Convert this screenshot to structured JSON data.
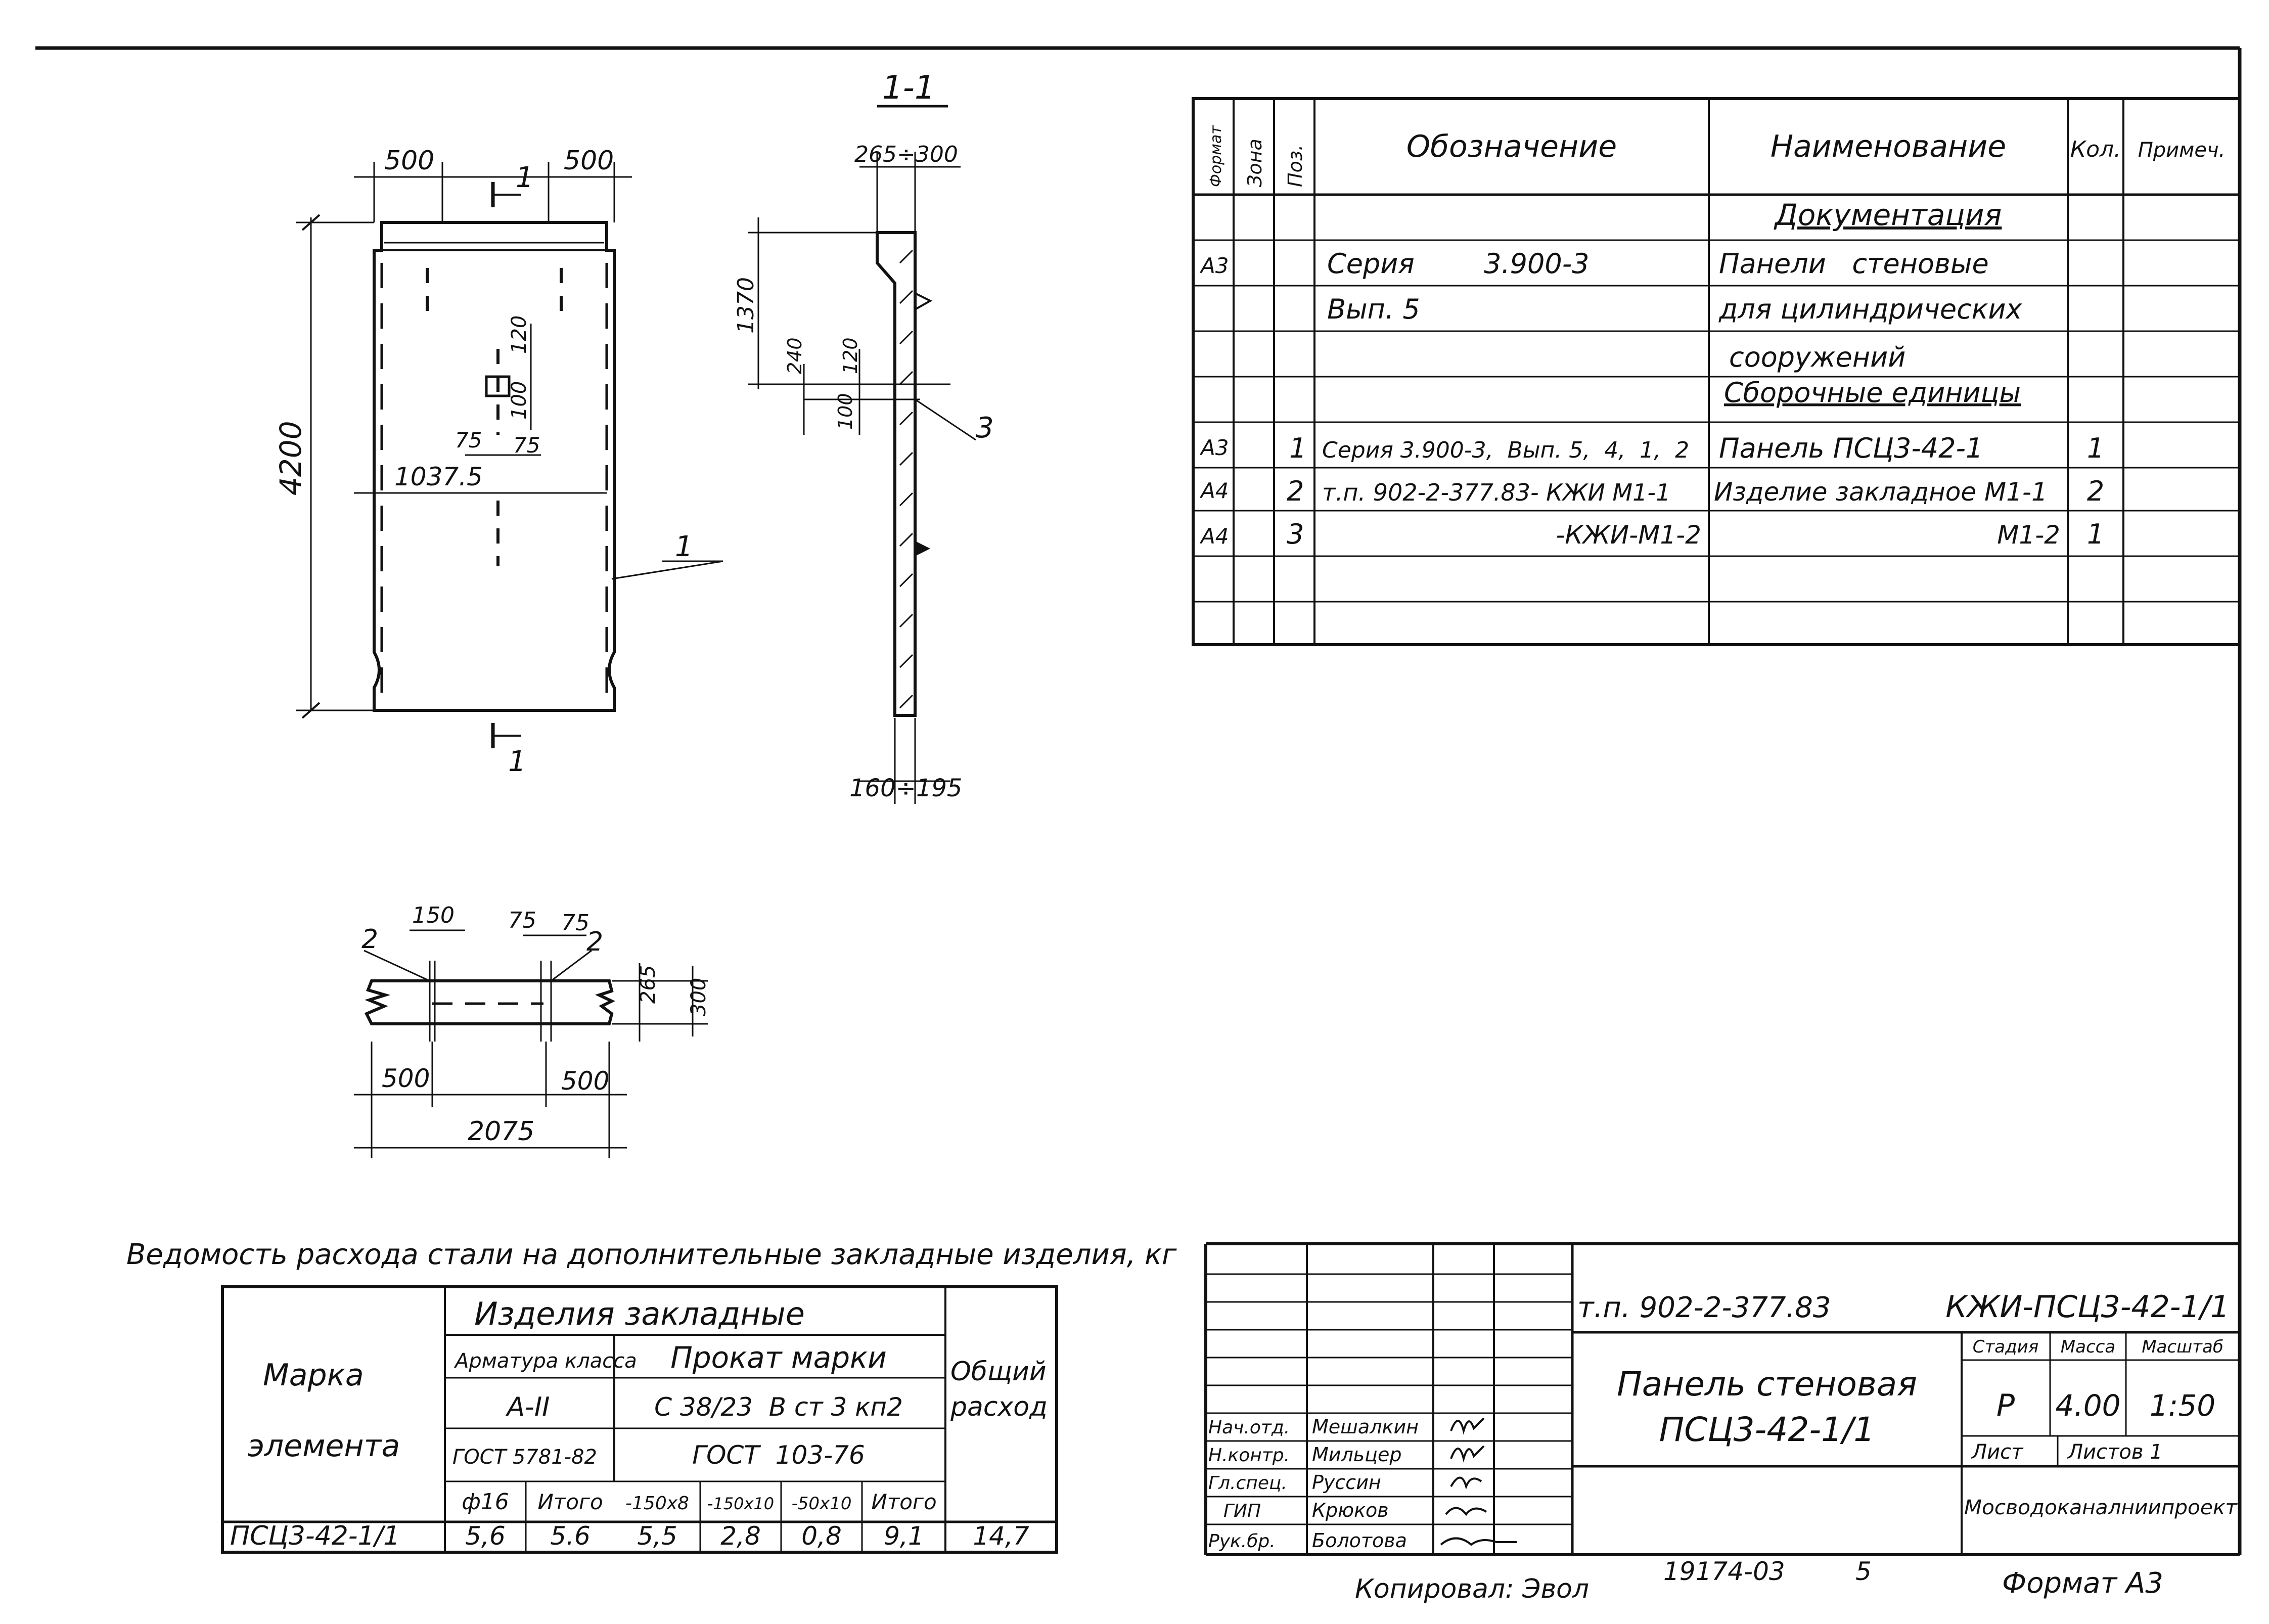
{
  "plan_view": {
    "dims": {
      "top_left": "500",
      "top_right": "500",
      "height": "4200",
      "offset": "1037.5",
      "d120": "120",
      "d100": "100",
      "d75a": "75",
      "d75b": "75"
    },
    "section_marks": {
      "top": "1",
      "bottom": "1"
    },
    "leader": "1"
  },
  "section_view": {
    "title": "1-1",
    "dims": {
      "top": "265÷300",
      "d1370": "1370",
      "d240": "240",
      "d120": "120",
      "d100": "100",
      "bottom": "160÷195"
    },
    "leader": "3"
  },
  "top_view": {
    "dims": {
      "d150": "150",
      "d75a": "75",
      "d75b": "75",
      "d265": "265",
      "d300": "300",
      "left500": "500",
      "right500": "500",
      "total": "2075"
    },
    "leader_left": "2",
    "leader_right": "2"
  },
  "spec_table": {
    "headers": {
      "format": "Формат",
      "zone": "Зона",
      "pos": "Поз.",
      "designation": "Обозначение",
      "name": "Наименование",
      "qty": "Кол.",
      "note": "Примеч."
    },
    "rows": [
      {
        "format": "",
        "zone": "",
        "pos": "",
        "designation": "",
        "name": "Документация",
        "qty": "",
        "note": ""
      },
      {
        "format": "А3",
        "zone": "",
        "pos": "",
        "designation": "Серия        3.900-3",
        "name": "Панели   стеновые",
        "qty": "",
        "note": ""
      },
      {
        "format": "",
        "zone": "",
        "pos": "",
        "designation": "Вып. 5",
        "name": "для цилиндрических",
        "qty": "",
        "note": ""
      },
      {
        "format": "",
        "zone": "",
        "pos": "",
        "designation": "",
        "name": "сооружений",
        "qty": "",
        "note": ""
      },
      {
        "format": "",
        "zone": "",
        "pos": "",
        "designation": "",
        "name": "Сборочные единицы",
        "qty": "",
        "note": ""
      },
      {
        "format": "А3",
        "zone": "",
        "pos": "1",
        "designation": "Серия 3.900-3,  Вып. 5,  4,  1,  2",
        "name": "Панель ПСЦ3-42-1",
        "qty": "1",
        "note": ""
      },
      {
        "format": "А4",
        "zone": "",
        "pos": "2",
        "designation": "т.п. 902-2-377.83- КЖИ М1-1",
        "name": "Изделие закладное М1-1",
        "qty": "2",
        "note": ""
      },
      {
        "format": "А4",
        "zone": "",
        "pos": "3",
        "designation": "-КЖИ-М1-2",
        "name": "М1-2",
        "qty": "1",
        "note": ""
      },
      {
        "format": "",
        "zone": "",
        "pos": "",
        "designation": "",
        "name": "",
        "qty": "",
        "note": ""
      },
      {
        "format": "",
        "zone": "",
        "pos": "",
        "designation": "",
        "name": "",
        "qty": "",
        "note": ""
      }
    ]
  },
  "steel_table": {
    "title": "Ведомость расхода стали на дополнительные закладные изделия, кг",
    "h_mark": "Марка элемента",
    "h_items": "Изделия   закладные",
    "h_rebar": "Арматура класса",
    "h_rolled": "Прокат марки",
    "h_total": "Общий расход",
    "rebar_class": "А-II",
    "rolled_grade": "С 38/23  В ст 3 кп2",
    "gost_rebar": "ГОСТ 5781-82",
    "gost_rolled": "ГОСТ  103-76",
    "sub": [
      "ф16",
      "Итого",
      "-150х8",
      "-150х10",
      "-50х10",
      "Итого"
    ],
    "row": {
      "mark": "ПСЦ3-42-1/1",
      "values": [
        "5,6",
        "5.6",
        "5,5",
        "2,8",
        "0,8",
        "9,1"
      ],
      "total": "14,7"
    }
  },
  "title_block": {
    "code": "т.п. 902-2-377.83",
    "doc": "КЖИ-ПСЦ3-42-1/1",
    "name1": "Панель стеновая",
    "name2": "ПСЦ3-42-1/1",
    "stage_label": "Стадия",
    "mass_label": "Масса",
    "scale_label": "Масштаб",
    "stage": "Р",
    "mass": "4.00",
    "scale": "1:50",
    "sheet_label": "Лист",
    "sheets_label": "Листов 1",
    "org": "Мосводоканалниипроект",
    "people": [
      {
        "role": "Нач.отд.",
        "name": "Мешалкин"
      },
      {
        "role": "Н.контр.",
        "name": "Мильцер"
      },
      {
        "role": "Гл.спец.",
        "name": "Руссин"
      },
      {
        "role": "ГИП",
        "name": "Крюков"
      },
      {
        "role": "Рук.бр.",
        "name": "Болотова"
      }
    ]
  },
  "footer": {
    "copied": "Копировал: Эвол",
    "number": "19174-03",
    "sheet_no": "5",
    "format": "Формат А3"
  }
}
